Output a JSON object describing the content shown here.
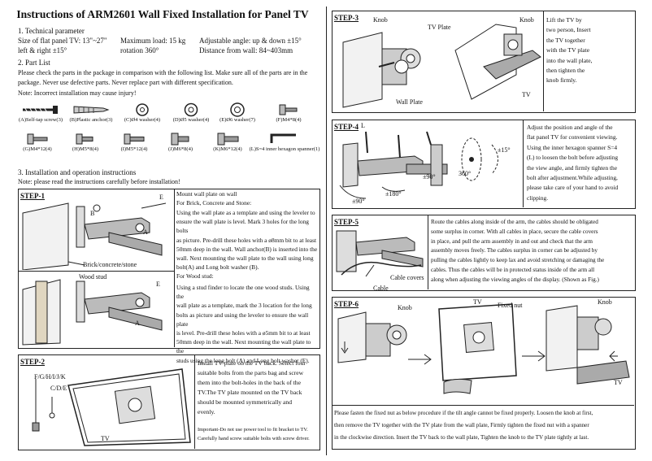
{
  "title": "Instructions of ARM2601 Wall Fixed Installation for Panel TV",
  "section1": {
    "heading": "1. Technical parameter",
    "size": "Size of flat panel TV: 13\"~27\"",
    "load": "Maximum load: 15 kg",
    "angle_ud": "Adjustable angle: up & down ±15°",
    "angle_lr": "left & right ±15°",
    "rotation": "rotation 360°",
    "distance": "Distance from wall: 84~403mm"
  },
  "section2": {
    "heading": "2. Part List",
    "line1": "Please check the parts in the package in comparison with the following list. Make sure all of the parts are in the",
    "line2": "package. Never use defective parts. Never replace part with different specification.",
    "note": "Note: Incorrect installation may cause injury!",
    "parts_row1": [
      "(A)Self-tap screw(3)",
      "(B)Plastic anchor(3)",
      "(C)Ø4 washer(4)",
      "(D)Ø5 washer(4)",
      "(E)Ø6 washer(7)",
      "(F)M4*8(4)"
    ],
    "parts_row2": [
      "(G)M4*12(4)",
      "(H)M5*8(4)",
      "(I)M5*12(4)",
      "(J)M6*8(4)",
      "(K)M6*12(4)",
      "(L)S=4 inner hexagon spanner(1)"
    ]
  },
  "section3": {
    "heading": "3. Installation and operation instructions",
    "note": "Note: please read the instructions carefully before installation!"
  },
  "step1": {
    "label": "STEP-1",
    "title": "Mount wall plate on wall",
    "sub": "For Brick, Concrete and Stone:",
    "lines": [
      "Using the wall plate as a template and using the leveler to",
      "ensure the wall plate is level. Mark 3 holes for the long bolts",
      "as picture. Pre-drill these holes with a ø8mm bit to at least",
      "50mm deep in the wall. Wall anchor(B) is inserted into the",
      "wall. Next mounting the wall plate to the wall using long",
      "bolt(A) and Long bolt washer (B)."
    ],
    "img_label_e": "E",
    "img_label_b": "B",
    "img_label_a": "A",
    "img_label_wall": "Brick/concrete/stone",
    "wood_title": "For Wood stud:",
    "wood_lines": [
      "Using a stud finder to locate the one wood studs. Using the",
      "wall plate as a template, mark the 3 location for the long",
      "bolts as picture and using the leveler to ensure the wall plate",
      "is level. Pre-drill these holes with a ø5mm bit to at least",
      "50mm deep in the wall. Next mounting the wall plate to the",
      "studs using the long bolt (A) and Long bolt washer (E)."
    ],
    "img2_label_stud": "Wood stud",
    "img2_label_e": "E",
    "img2_label_a": "A"
  },
  "step2": {
    "label": "STEP-2",
    "img_label_fk": "F/G/H/I/J/K",
    "img_label_cde": "C/D/E",
    "img_label_tv": "TV",
    "lines": [
      "Install TV plate on the TV back. Select four",
      "suitable bolts from the parts bag and screw",
      "them into the bolt-holes in the back of the",
      "TV.The TV plate mounted on the TV back",
      "should be mounted symmetrically and",
      "evenly."
    ],
    "important1": "Important-Do not use power tool to fit bracket to TV.",
    "important2": "Carefully hand screw suitable bolts with screw driver."
  },
  "step3": {
    "label": "STEP-3",
    "img_knob": "Knob",
    "img_tvplate": "TV Plate",
    "img_wallplate": "Wall Plate",
    "img_knob2": "Knob",
    "img_tv": "TV",
    "lines": [
      "Lift the TV by",
      "two person, Insert",
      "the TV together",
      "with the TV plate",
      "into the wall plate,",
      "then tighten the",
      "knob firmly."
    ]
  },
  "step4": {
    "label": "STEP-4",
    "img_l": "L",
    "img_15": "±15°",
    "img_360": "360°",
    "img_90a": "±90°",
    "img_180": "±180°",
    "img_90b": "±90°",
    "lines": [
      "Adjust the position and angle of the",
      "flat panel TV for convenient viewing.",
      "Using the inner hexagon spanner S=4",
      "(L) to loosen the bolt before adjusting",
      "the view angle, and firmly tighten the",
      "bolt after adjustment.While adjusting,",
      "please take care of your hand to avoid",
      "clipping."
    ]
  },
  "step5": {
    "label": "STEP-5",
    "img_covers": "Cable covers",
    "img_cable": "Cable",
    "lines": [
      "Route the cables along inside of the arm, the cables should be obligated",
      "some surplus in corner. With all cables in place,  secure the cable covers",
      "in place, and pull the arm assembly in and out and check that the arm",
      "assembly moves freely. The cables surplus in corner can be adjusted by",
      "pulling the cables lightly to keep lax and avoid stretching or damaging the",
      "cables.  Thus the cables will be in protected status inside of the  arm all",
      "along when adjusting the viewing angles of the display. (Shown as Fig.)"
    ]
  },
  "step6": {
    "label": "STEP-6",
    "img_knob": "Knob",
    "img_tv": "TV",
    "img_fixed": "Fixed nut",
    "img_knob2": "Knob",
    "img_tv2": "TV",
    "lines": [
      "Please fasten the fixed nut as below procedure if the tilt angle cannot be fixed properly. Loosen the knob at first,",
      "then remove the TV together with the TV plate from the wall plate, Firmly tighten the fixed nut with a spanner",
      "in the clockwise direction. Insert the TV back to the wall plate, Tighten the knob to the TV plate tightly at last."
    ]
  }
}
